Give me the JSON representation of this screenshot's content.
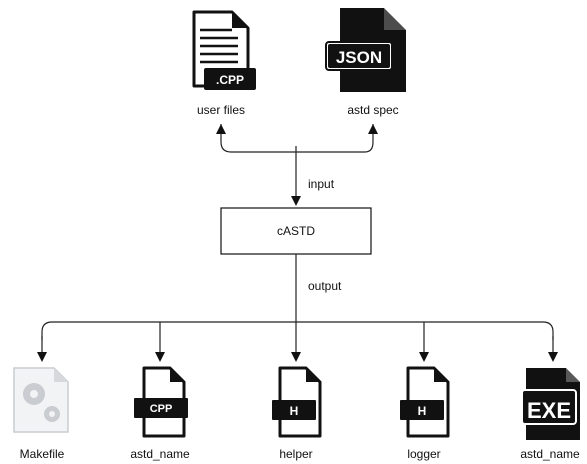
{
  "inputs": {
    "user_files": {
      "label": "user files",
      "icon": "cpp-file-icon",
      "tag": ".CPP"
    },
    "astd_spec": {
      "label": "astd spec",
      "icon": "json-file-icon",
      "tag": "JSON"
    }
  },
  "edges": {
    "input_label": "input",
    "output_label": "output"
  },
  "center_node": {
    "label": "cASTD"
  },
  "outputs": [
    {
      "label": "Makefile",
      "icon": "makefile-gear-icon",
      "tag": ""
    },
    {
      "label": "astd_name",
      "icon": "cpp-file-icon",
      "tag": "CPP"
    },
    {
      "label": "helper",
      "icon": "header-file-icon",
      "tag": "H"
    },
    {
      "label": "logger",
      "icon": "header-file-icon",
      "tag": "H"
    },
    {
      "label": "astd_name",
      "icon": "exe-file-icon",
      "tag": "EXE"
    }
  ],
  "colors": {
    "stroke": "#111111",
    "makefile_icon": "#c9ccd0",
    "background": "#ffffff"
  }
}
